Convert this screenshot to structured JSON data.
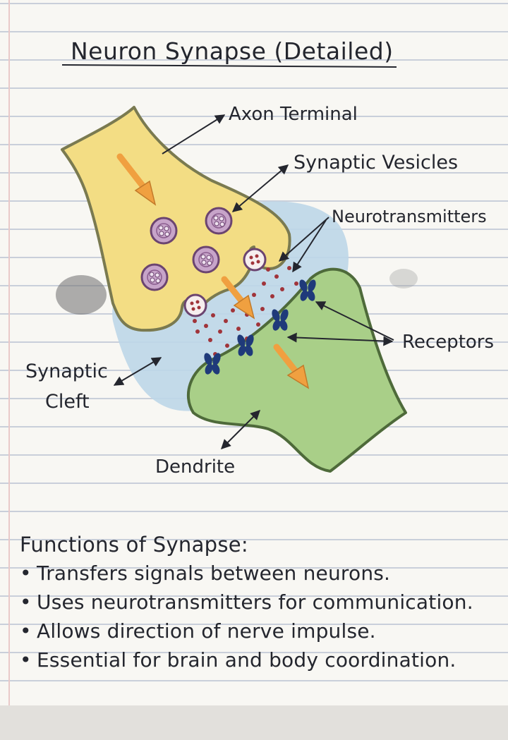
{
  "title": "Neuron Synapse (Detailed)",
  "labels": {
    "axon_terminal": "Axon Terminal",
    "synaptic_vesicles": "Synaptic Vesicles",
    "neurotransmitters": "Neurotransmitters",
    "receptors": "Receptors",
    "synaptic_cleft_line1": "Synaptic",
    "synaptic_cleft_line2": "Cleft",
    "dendrite": "Dendrite"
  },
  "functions": {
    "title": "Functions of Synapse:",
    "bullet": "•",
    "items": [
      "Transfers signals between neurons.",
      "Uses neurotransmitters for communication.",
      "Allows direction of nerve impulse.",
      "Essential for brain and body coordination."
    ]
  },
  "colors": {
    "axon_fill": "#f3dd84",
    "axon_outline": "#7a7a50",
    "dendrite_fill": "#a9cf88",
    "dendrite_outline": "#4e6a3a",
    "cleft_fill": "#bcd6e8",
    "vesicle_fill": "#c7a4c9",
    "vesicle_outline": "#6b4470",
    "neurotransmitter": "#a0343a",
    "receptor": "#1f3a7a",
    "arrow": "#f0a040",
    "ink": "#24262e"
  }
}
